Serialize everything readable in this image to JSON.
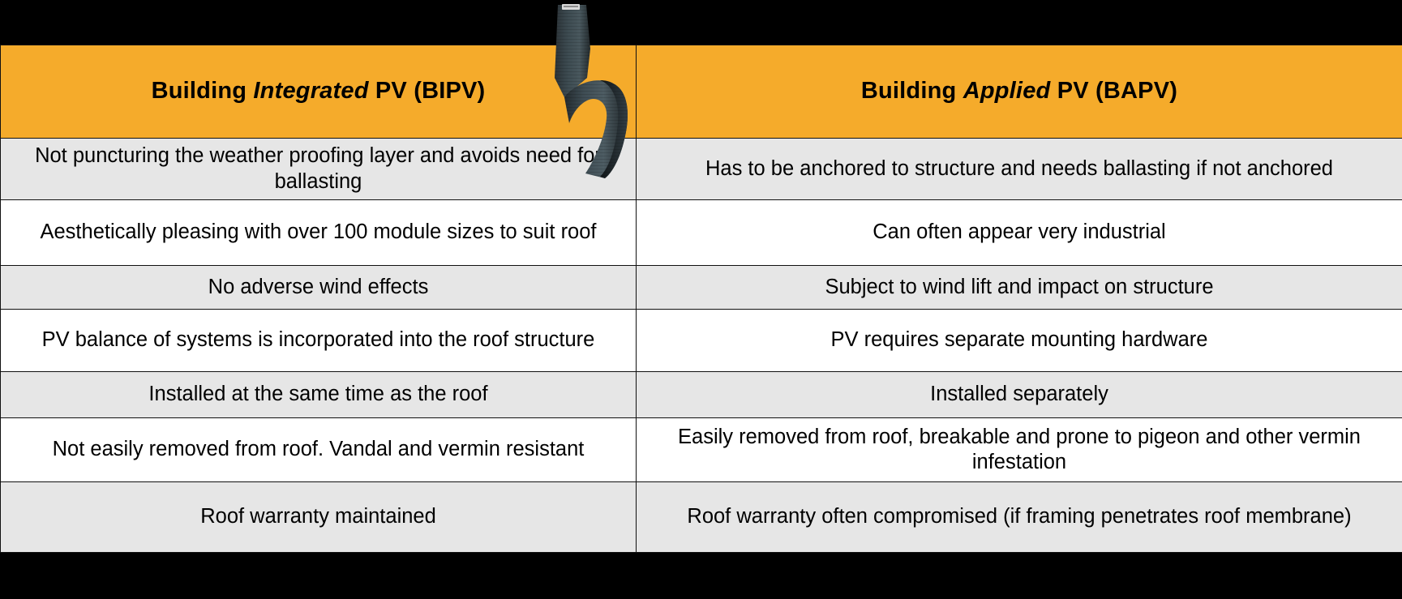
{
  "slide": {
    "background_color": "#000000",
    "header_color": "#F5AB2B",
    "shade_row_color": "#E6E6E6",
    "plain_row_color": "#FFFFFF",
    "border_color": "#111111"
  },
  "decoration": {
    "image_name": "flexible-pv-module-photo",
    "description": "Flexible thin-film photovoltaic laminate strip"
  },
  "table": {
    "columns": [
      {
        "id": "bipv",
        "header_prefix": "Building ",
        "header_emphasis": "Integrated",
        "header_suffix": " PV (BIPV)",
        "header_full": "Building Integrated PV (BIPV)"
      },
      {
        "id": "bapv",
        "header_prefix": "Building ",
        "header_emphasis": "Applied",
        "header_suffix": " PV (BAPV)",
        "header_full": "Building Applied PV (BAPV)"
      }
    ],
    "rows": [
      {
        "bipv": "Not puncturing the weather proofing layer and avoids need for ballasting",
        "bapv": "Has to be anchored to structure and needs ballasting if not anchored"
      },
      {
        "bipv": "Aesthetically pleasing with over 100 module sizes to suit roof",
        "bapv": "Can often appear very industrial"
      },
      {
        "bipv": "No adverse wind effects",
        "bapv": "Subject to wind lift and impact on structure"
      },
      {
        "bipv": "PV balance of systems is incorporated into the roof structure",
        "bapv": "PV requires separate mounting hardware"
      },
      {
        "bipv": "Installed at the same time as the roof",
        "bapv": "Installed separately"
      },
      {
        "bipv": "Not easily removed from roof. Vandal and vermin resistant",
        "bapv": "Easily removed from roof, breakable and prone to pigeon and other vermin infestation"
      },
      {
        "bipv": "Roof warranty maintained",
        "bapv": "Roof warranty often compromised (if framing penetrates roof membrane)"
      }
    ]
  }
}
